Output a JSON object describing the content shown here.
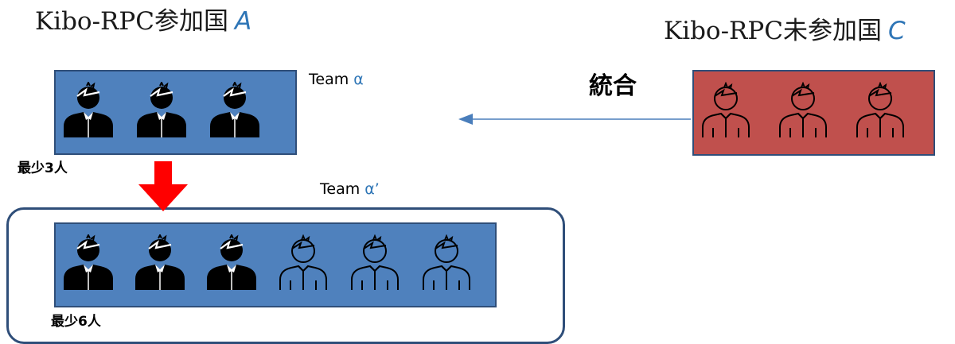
{
  "country_a": {
    "title": "Kibo-RPC参加国",
    "variable": "A"
  },
  "country_c": {
    "title": "Kibo-RPC未参加国",
    "variable": "C"
  },
  "team_alpha": {
    "label": "Team",
    "greek": "α",
    "minimum": "最少3人"
  },
  "team_alpha_prime": {
    "label": "Team",
    "greek": "α’",
    "minimum": "最少6人"
  },
  "merge": {
    "label": "統合"
  },
  "colors": {
    "accent_blue": "#2e75b6",
    "team_a_fill": "#4f81bd",
    "team_a_border": "#2f4e79",
    "team_c_fill": "#c0504d",
    "team_c_border": "#2f4e79",
    "down_arrow": "#ff0000",
    "outline_border": "#2f4e79",
    "merge_arrow": "#4a7ebb"
  },
  "icons": {
    "team_a_members": [
      "person-solid-icon",
      "person-solid-icon",
      "person-solid-icon"
    ],
    "team_c_members": [
      "person-outline-icon",
      "person-outline-icon",
      "person-outline-icon"
    ],
    "merged_members": [
      "person-solid-icon",
      "person-solid-icon",
      "person-solid-icon",
      "person-outline-icon",
      "person-outline-icon",
      "person-outline-icon"
    ]
  }
}
